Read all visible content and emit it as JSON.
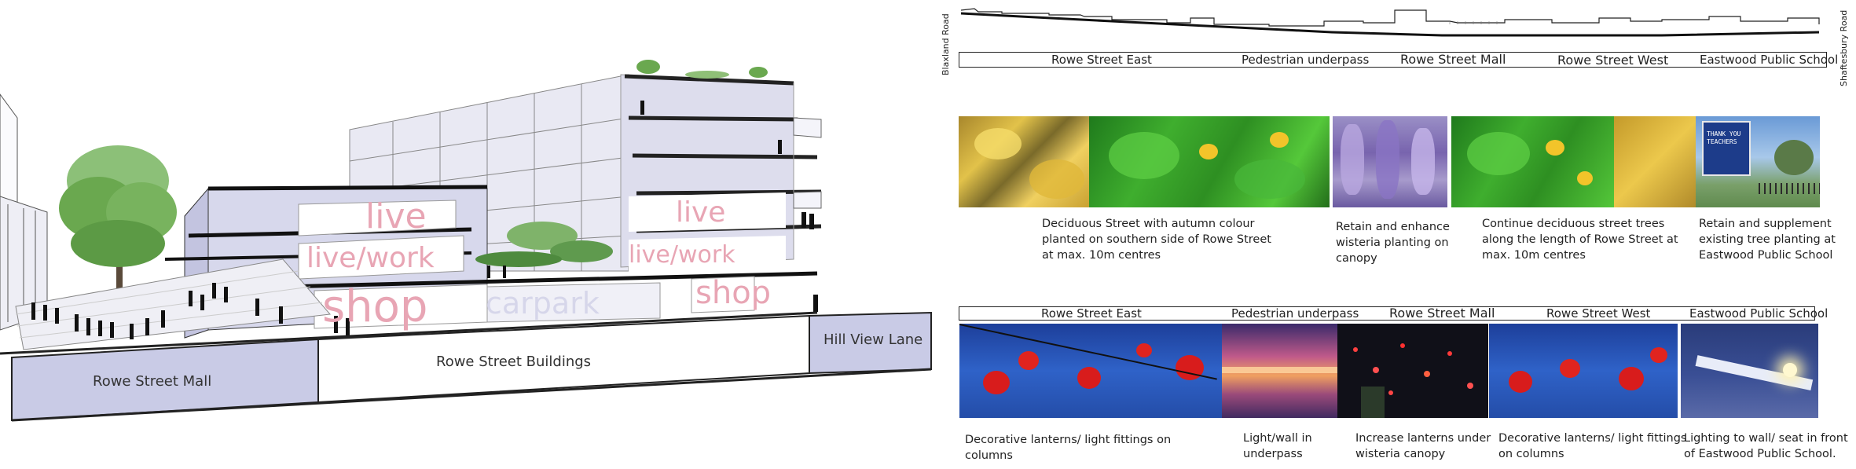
{
  "section": {
    "mall_label": "Rowe Street Mall",
    "buildings_label": "Rowe Street Buildings",
    "lane_label": "Hill View Lane",
    "signs": {
      "live_upper": "live",
      "live_work": "live/work",
      "shop": "shop",
      "carpark": "carpark",
      "live_right": "live",
      "live_work_right": "live/work",
      "shop_right": "shop"
    }
  },
  "street_profile": {
    "left_road": "Blaxland Road",
    "right_road": "Shaftesbury Road",
    "segments": [
      "Rowe Street East",
      "Pedestrian underpass",
      "Rowe Street Mall",
      "Rowe Street West",
      "Eastwood Public School"
    ]
  },
  "planting": {
    "captions": [
      "Deciduous Street with autumn colour planted on southern side of Rowe Street  at max.  10m centres",
      "Retain and enhance wisteria planting on canopy",
      "Continue deciduous street trees along the length of Rowe Street at max. 10m centres",
      "Retain and supplement existing tree planting at Eastwood Public School"
    ],
    "sign_text": "THANK YOU TEACHERS"
  },
  "lighting": {
    "segments": [
      "Rowe Street East",
      "Pedestrian underpass",
      "Rowe Street Mall",
      "Rowe Street West",
      "Eastwood Public School"
    ],
    "captions": [
      "Decorative lanterns/ light fittings on columns",
      "Light/wall in underpass",
      "Increase lanterns under wisteria canopy",
      "Decorative lanterns/ light fittings on columns",
      "Lighting to wall/ seat in front of Eastwood Public   School."
    ]
  },
  "colors": {
    "ground_band": "#c9cbe6",
    "facade": "#e6e6f2",
    "sign_pink": "#e8a5b4",
    "tree_green": "#6aa84f"
  }
}
